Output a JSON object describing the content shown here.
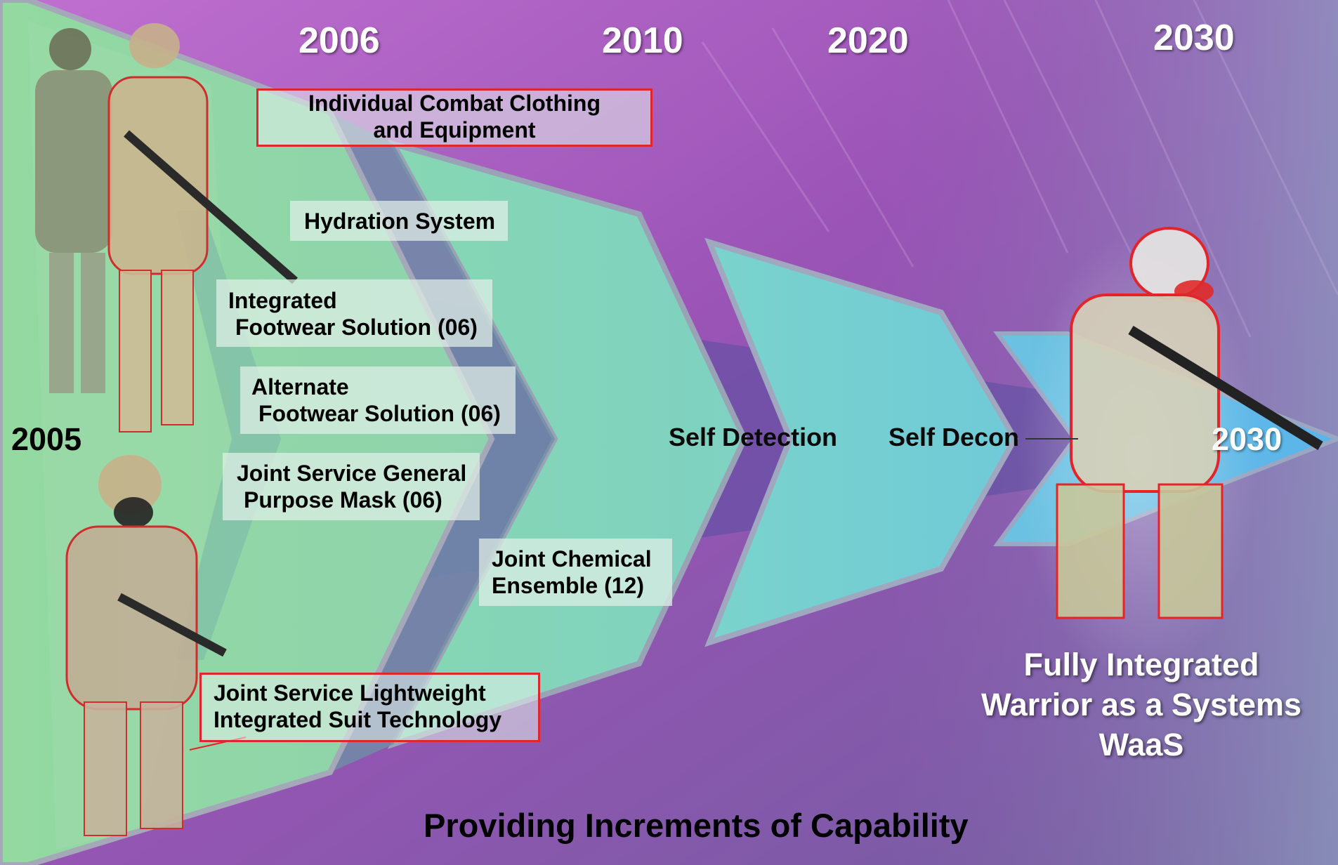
{
  "years_top": [
    "2006",
    "2010",
    "2020",
    "2030"
  ],
  "year_start": "2005",
  "year_end": "2030",
  "items": {
    "clothing": [
      "Individual Combat Clothing",
      "and Equipment"
    ],
    "hydration": "Hydration System",
    "integrated_footwear": [
      "Integrated",
      "Footwear Solution (06)"
    ],
    "alternate_footwear": [
      "Alternate",
      "Footwear Solution (06)"
    ],
    "mask": [
      "Joint Service General",
      "Purpose Mask (06)"
    ],
    "chemical": [
      "Joint Chemical",
      "Ensemble (12)"
    ],
    "jslist": [
      "Joint Service Lightweight",
      "Integrated Suit Technology"
    ]
  },
  "stages": {
    "self_detection": "Self Detection",
    "self_decon": "Self Decon"
  },
  "end_title": [
    "Fully Integrated",
    "Warrior as a Systems",
    "WaaS"
  ],
  "footer_title": "Providing Increments of Capability",
  "colors": {
    "background_purple": "#a056b8",
    "chevron_green": "#8fd3a8",
    "chevron_teal": "#7dd3c0",
    "chevron_cyan": "#78d0dc",
    "chevron_blue": "#6fb8e8",
    "highlight_red": "#e0262b"
  }
}
